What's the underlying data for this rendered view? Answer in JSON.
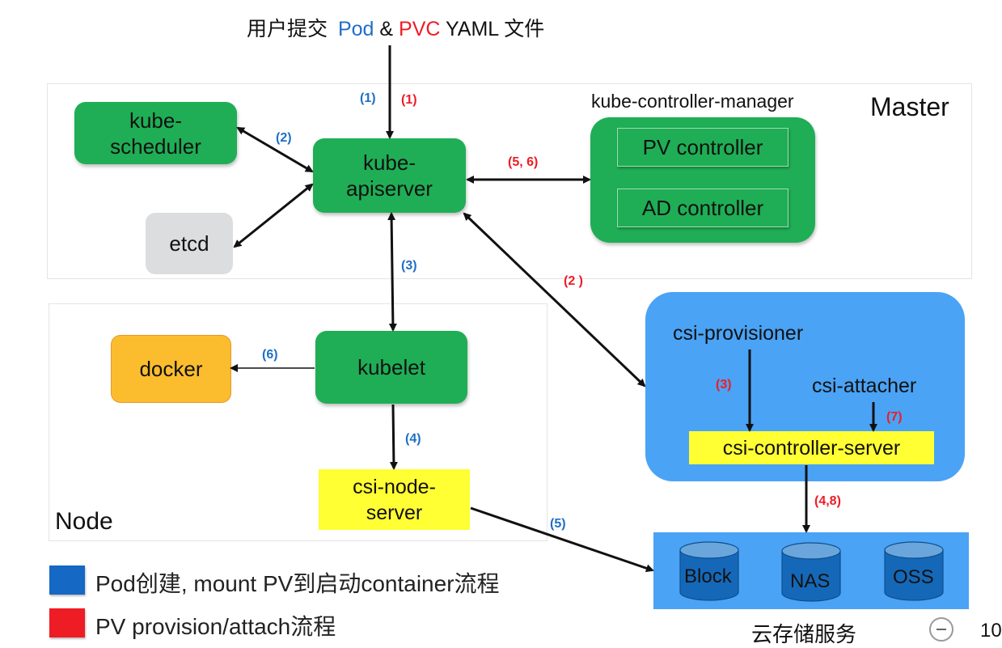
{
  "title": {
    "prefix": "用户提交",
    "pod": "Pod",
    "amp": "&",
    "pvc": "PVC",
    "suffix": "YAML 文件"
  },
  "colors": {
    "blue_flow": "#1f6fc5",
    "red_flow": "#ee1c25",
    "component_green": "#1fae55",
    "csi_blue": "#4aa3f5",
    "csi_yellow": "#ffff33",
    "docker_orange": "#fbbd2e",
    "etcd_gray": "#dcdddf",
    "disk_blue": "#1568b8"
  },
  "regions": {
    "master": "Master",
    "node": "Node",
    "cloud_storage": "云存储服务"
  },
  "components": {
    "kube_scheduler": "kube-\nscheduler",
    "etcd": "etcd",
    "kube_apiserver": "kube-\napiserver",
    "controller_manager_label": "kube-controller-manager",
    "pv_controller": "PV controller",
    "ad_controller": "AD controller",
    "docker": "docker",
    "kubelet": "kubelet",
    "csi_node_server": "csi-node-\nserver",
    "csi_provisioner": "csi-provisioner",
    "csi_attacher": "csi-attacher",
    "csi_controller_server": "csi-controller-server"
  },
  "storage_types": [
    "Block",
    "NAS",
    "OSS"
  ],
  "steps": {
    "user_blue_1": "(1)",
    "user_red_1": "(1)",
    "scheduler_blue_2": "(2)",
    "controller_red_56": "(5, 6)",
    "kubelet_blue_3": "(3)",
    "csi_red_2": "(2 )",
    "docker_blue_6": "(6)",
    "nodeserver_blue_4": "(4)",
    "storage_blue_5": "(5)",
    "provisioner_red_3": "(3)",
    "attacher_red_7": "(7)",
    "storage_red_48": "(4,8)"
  },
  "legend": [
    {
      "color": "#1568c4",
      "label": "Pod创建, mount PV到启动container流程"
    },
    {
      "color": "#ee1c25",
      "label": "PV provision/attach流程"
    }
  ],
  "page_number": "10"
}
